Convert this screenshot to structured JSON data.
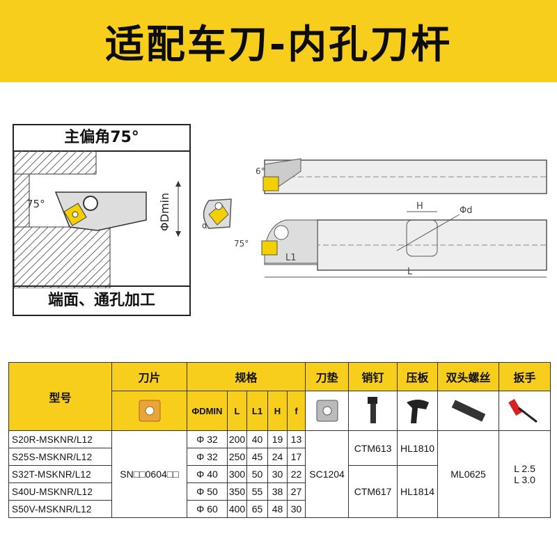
{
  "title": "适配车刀-内孔刀杆",
  "angle_box": {
    "header": "主偏角75°",
    "footer": "端面、通孔加工",
    "angle_label": "75°",
    "dim_label": "ΦDmin"
  },
  "drawing": {
    "angle_6": "6°",
    "angle_75": "75°",
    "H": "H",
    "d": "Φd",
    "L1": "L1",
    "L": "L",
    "alpha": "α"
  },
  "table": {
    "header": {
      "model": "型号",
      "blade": "刀片",
      "spec": "规格",
      "shim": "刀垫",
      "pin": "销钉",
      "clamp": "压板",
      "screw": "双头螺丝",
      "wrench": "扳手"
    },
    "sub": {
      "dmin": "ΦDMIN",
      "L": "L",
      "L1": "L1",
      "H": "H",
      "f": "f"
    },
    "icons": {
      "blade": "insert-icon",
      "shim": "shim-icon",
      "pin": "pin-icon",
      "clamp": "clamp-icon",
      "screw": "screw-icon",
      "wrench": "wrench-icon"
    },
    "rows": [
      {
        "model": "S20R-MSKNR/L12",
        "dmin": "Φ 32",
        "L": "200",
        "L1": "40",
        "H": "19",
        "f": "13"
      },
      {
        "model": "S25S-MSKNR/L12",
        "dmin": "Φ 32",
        "L": "250",
        "L1": "45",
        "H": "24",
        "f": "17"
      },
      {
        "model": "S32T-MSKNR/L12",
        "dmin": "Φ 40",
        "L": "300",
        "L1": "50",
        "H": "30",
        "f": "22"
      },
      {
        "model": "S40U-MSKNR/L12",
        "dmin": "Φ 50",
        "L": "350",
        "L1": "55",
        "H": "38",
        "f": "27"
      },
      {
        "model": "S50V-MSKNR/L12",
        "dmin": "Φ 60",
        "L": "400",
        "L1": "65",
        "H": "48",
        "f": "30"
      }
    ],
    "blade_value": "SN□□0604□□",
    "shim_value": "SC1204",
    "pin_a": "CTM613",
    "clamp_a": "HL1810",
    "pin_b": "CTM617",
    "clamp_b": "HL1814",
    "screw_value": "ML0625",
    "wrench_a": "L 2.5",
    "wrench_b": "L 3.0"
  },
  "colors": {
    "accent": "#f7ce1c",
    "insert_gold": "#e8a53a"
  }
}
